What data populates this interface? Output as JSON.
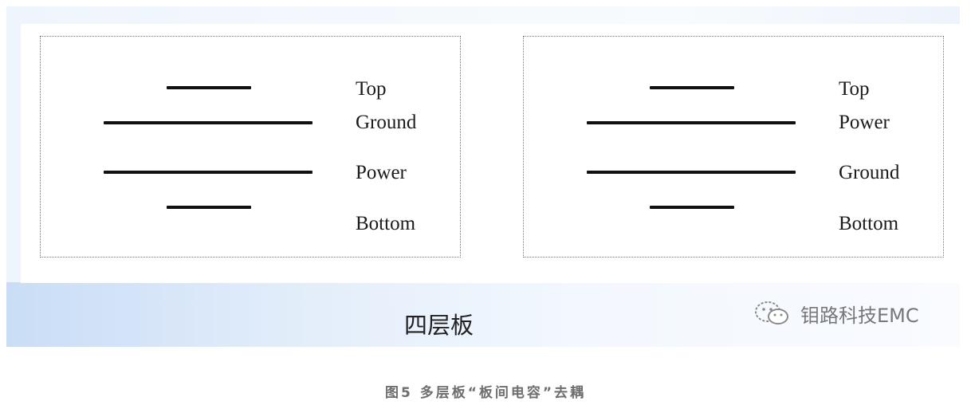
{
  "figure": {
    "left_panel": {
      "layers": [
        {
          "label": "Top",
          "width": "short"
        },
        {
          "label": "Ground",
          "width": "long"
        },
        {
          "label": "Power",
          "width": "long"
        },
        {
          "label": "Bottom",
          "width": "short"
        }
      ]
    },
    "right_panel": {
      "layers": [
        {
          "label": "Top",
          "width": "short"
        },
        {
          "label": "Power",
          "width": "long"
        },
        {
          "label": "Ground",
          "width": "long"
        },
        {
          "label": "Bottom",
          "width": "short"
        }
      ]
    },
    "title": "四层板",
    "watermark": {
      "icon": "wechat-logo-icon",
      "text": "钼路科技EMC"
    }
  },
  "caption": "图5 多层板“板间电容”去耦",
  "colors": {
    "line": "#111111",
    "panel_border": "#7a7a7a",
    "band_accent": "#c9ddf6",
    "caption": "#6e6e6e"
  }
}
